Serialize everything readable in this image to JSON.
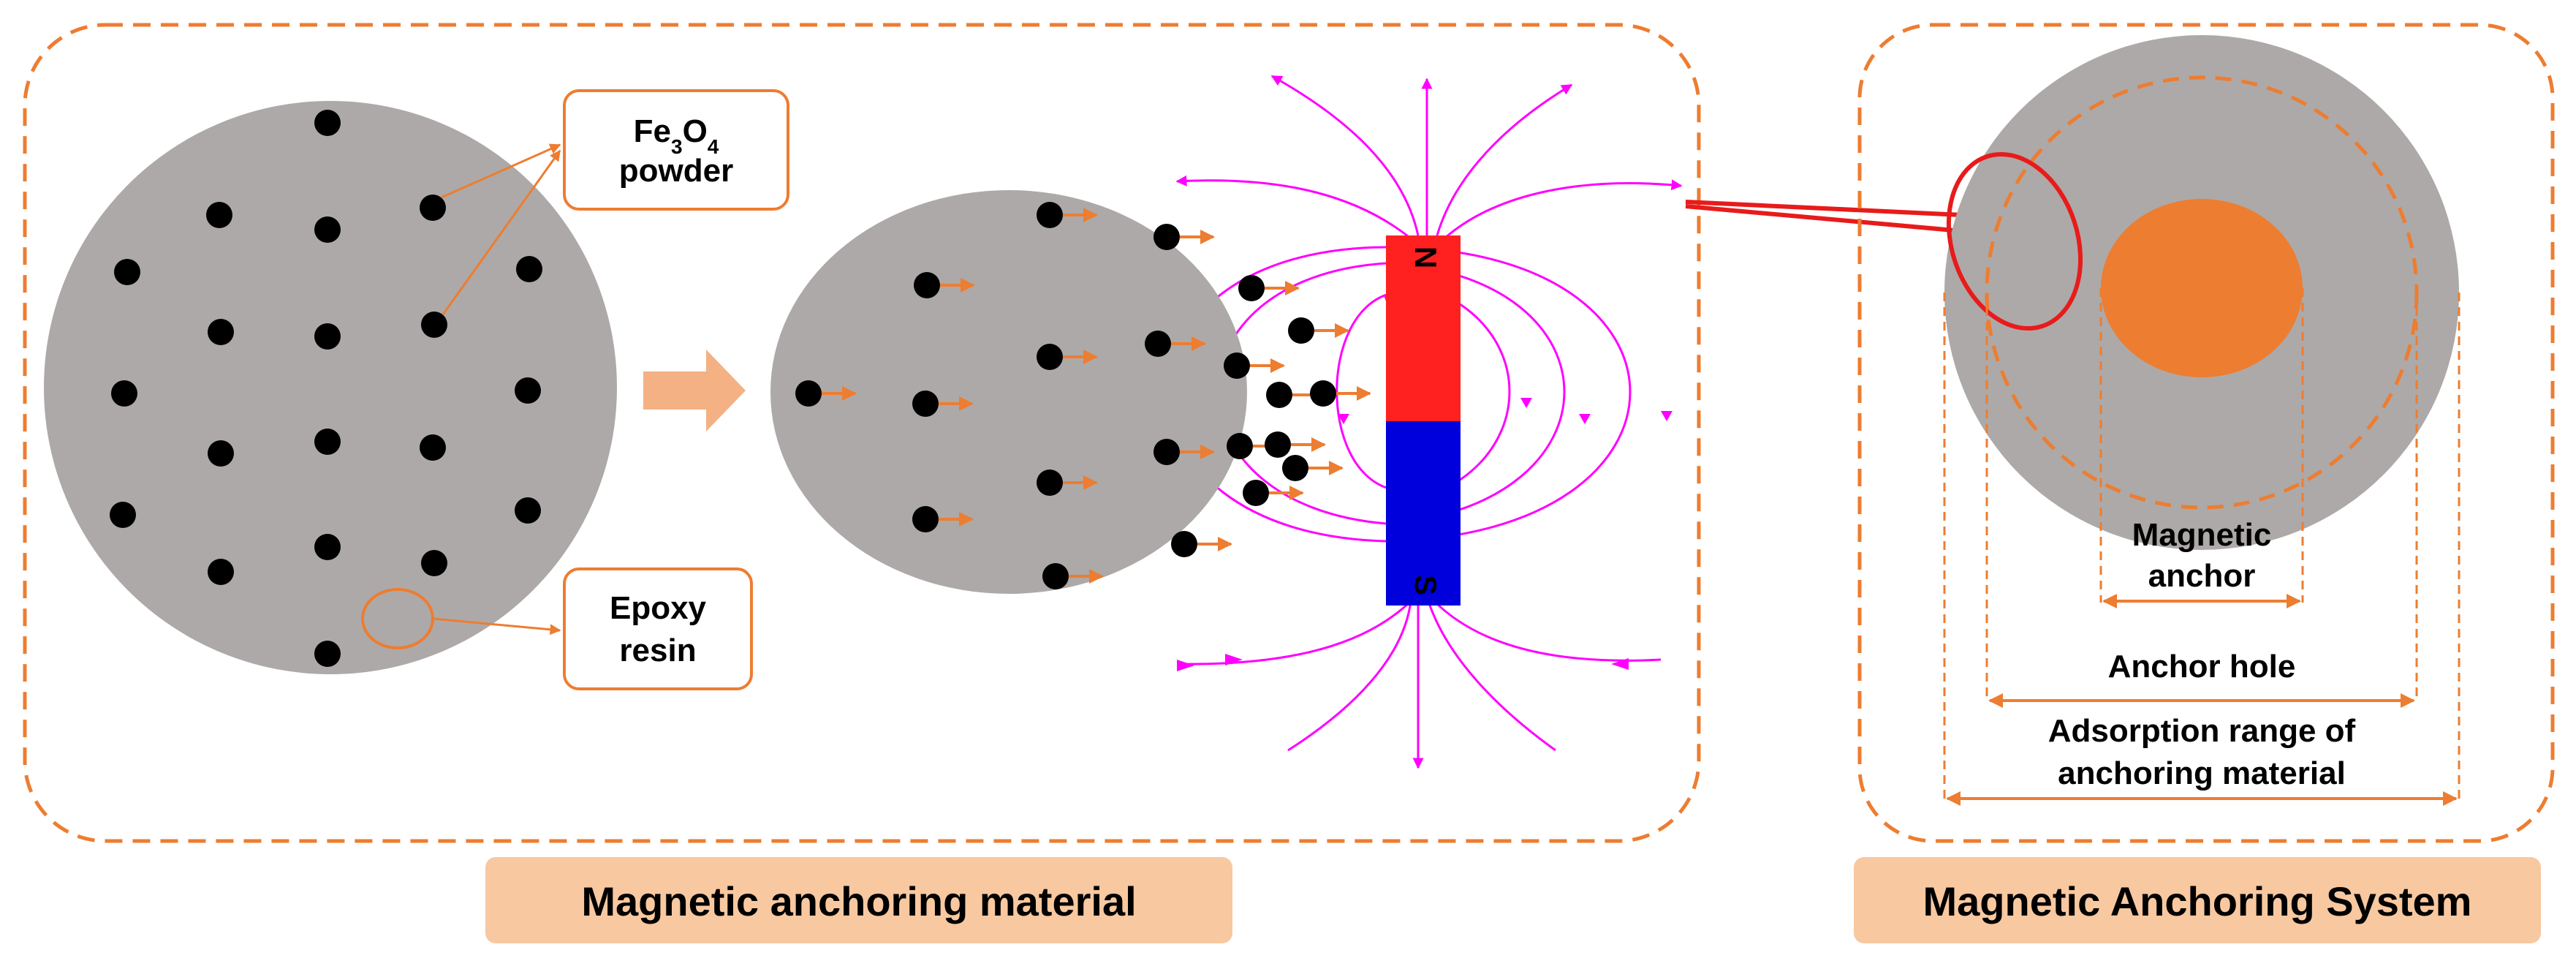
{
  "colors": {
    "accent_orange": "#ED7D31",
    "title_box_fill": "#F8C8A0",
    "material_gray": "#ADA9A8",
    "particle_black": "#000000",
    "field_line_magenta": "#FF00FF",
    "magnet_north_red": "#FF2020",
    "magnet_south_blue": "#0000DD",
    "highlight_red": "#E81B1B",
    "anchor_orange": "#ED7D31"
  },
  "left_panel": {
    "title": "Magnetic anchoring material",
    "callout_fe3o4": {
      "base1": "Fe",
      "sub1": "3",
      "base2": "O",
      "sub2": "4",
      "line2": "powder"
    },
    "callout_epoxy": {
      "line1": "Epoxy",
      "line2": "resin"
    },
    "magnet": {
      "north_label": "N",
      "south_label": "S"
    },
    "icons": [
      "process-arrow-icon",
      "magnet-icon"
    ]
  },
  "right_panel": {
    "title": "Magnetic Anchoring System",
    "label_anchor": {
      "line1": "Magnetic",
      "line2": "anchor"
    },
    "label_hole": "Anchor hole",
    "label_range": {
      "line1": "Adsorption range of",
      "line2": "anchoring material"
    }
  }
}
